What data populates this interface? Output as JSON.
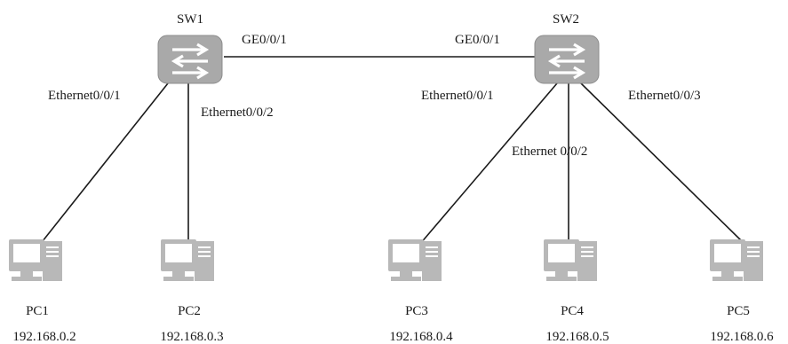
{
  "switches": [
    {
      "id": "sw1",
      "name": "SW1"
    },
    {
      "id": "sw2",
      "name": "SW2"
    }
  ],
  "pcs": [
    {
      "id": "pc1",
      "name": "PC1",
      "ip": "192.168.0.2"
    },
    {
      "id": "pc2",
      "name": "PC2",
      "ip": "192.168.0.3"
    },
    {
      "id": "pc3",
      "name": "PC3",
      "ip": "192.168.0.4"
    },
    {
      "id": "pc4",
      "name": "PC4",
      "ip": "192.168.0.5"
    },
    {
      "id": "pc5",
      "name": "PC5",
      "ip": "192.168.0.6"
    }
  ],
  "links": [
    {
      "from": "sw1",
      "to": "sw2",
      "from_port": "GE0/0/1",
      "to_port": "GE0/0/1"
    },
    {
      "from": "sw1",
      "to": "pc1",
      "from_port": "Ethernet0/0/1"
    },
    {
      "from": "sw1",
      "to": "pc2",
      "from_port": "Ethernet0/0/2"
    },
    {
      "from": "sw2",
      "to": "pc3",
      "from_port": "Ethernet0/0/1"
    },
    {
      "from": "sw2",
      "to": "pc4",
      "from_port": "Ethernet 0/0/2"
    },
    {
      "from": "sw2",
      "to": "pc5",
      "from_port": "Ethernet0/0/3"
    }
  ],
  "colors": {
    "switch_body": "#a9a9a9",
    "switch_edge": "#8c8c8c",
    "pc_body": "#b8b8b8",
    "line": "#1a1a1a"
  },
  "icons": {
    "switch": "network-switch-icon",
    "pc": "desktop-pc-icon"
  }
}
